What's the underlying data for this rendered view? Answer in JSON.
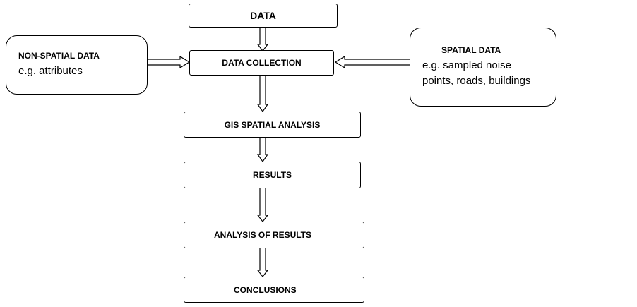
{
  "nodes": {
    "data": "DATA",
    "data_collection": "DATA COLLECTION",
    "gis_spatial_analysis": "GIS SPATIAL ANALYSIS",
    "results": "RESULTS",
    "analysis_of_results": "ANALYSIS OF RESULTS",
    "conclusions": "CONCLUSIONS"
  },
  "non_spatial": {
    "title": "NON-SPATIAL DATA",
    "example": "e.g. attributes"
  },
  "spatial": {
    "title": "SPATIAL DATA",
    "example_line1": "e.g. sampled noise",
    "example_line2": "points, roads, buildings"
  }
}
